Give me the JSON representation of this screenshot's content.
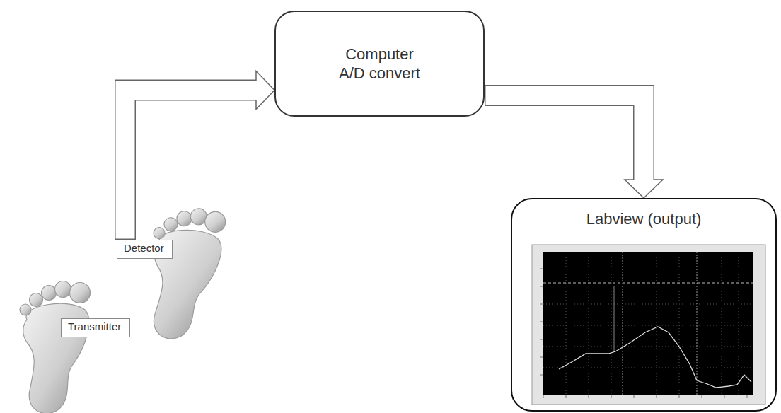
{
  "diagram": {
    "nodes": [
      {
        "text": [
          "Detector"
        ]
      },
      {
        "text": [
          "Transmitter"
        ]
      },
      {
        "text": [
          "Computer A/D convert"
        ]
      },
      {
        "text": [
          "Labview (output)"
        ]
      }
    ],
    "edges": [
      {
        "from": 0,
        "to": 2,
        "arrow": "to"
      },
      {
        "from": 2,
        "to": 3,
        "arrow": "to"
      }
    ]
  }
}
